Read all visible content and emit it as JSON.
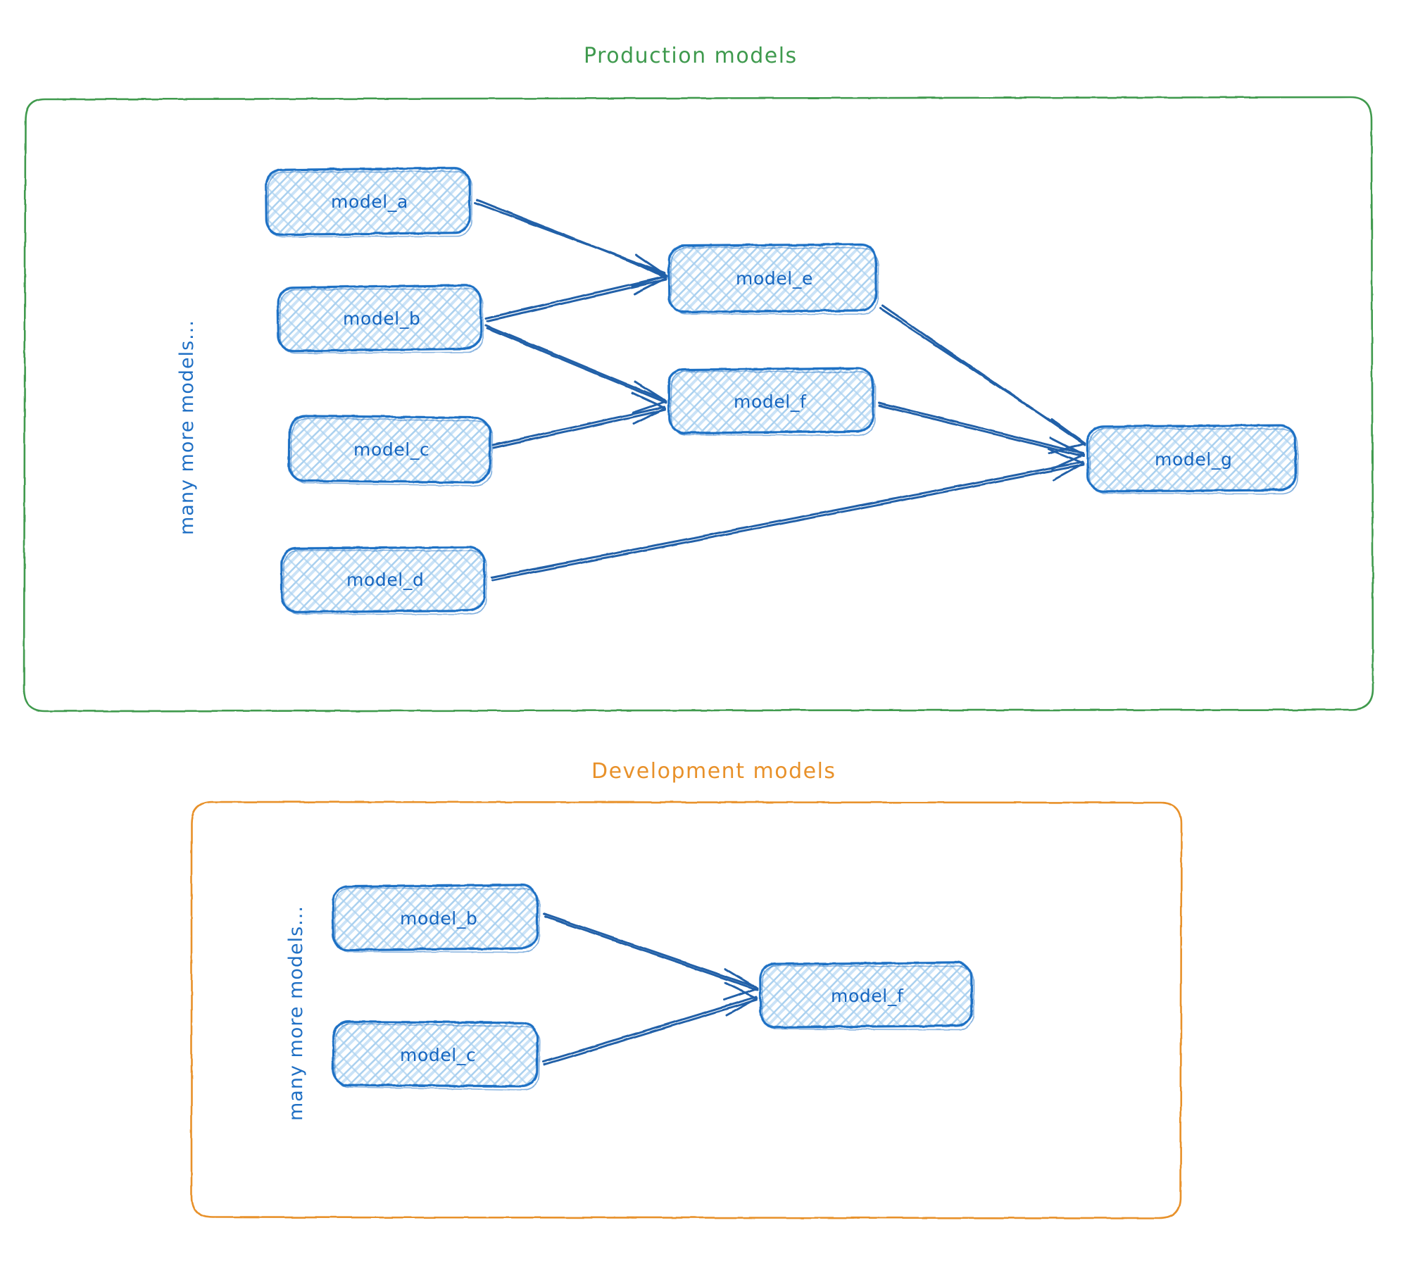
{
  "diagram": {
    "type": "flow",
    "style": "hand-drawn-sketch",
    "colors": {
      "node_stroke": "#1f6fc4",
      "node_fill_hatch": "#9fc9ec",
      "node_text": "#1565c0",
      "arrow": "#2061a8",
      "production_border": "#3f9a4e",
      "development_border": "#e8912a",
      "background": "#ffffff"
    }
  },
  "groups": [
    {
      "id": "production",
      "title": "Production models",
      "title_color": "#3f9a4e",
      "side_label": "many more models...",
      "nodes": [
        {
          "id": "prod_model_a",
          "label": "model_a"
        },
        {
          "id": "prod_model_b",
          "label": "model_b"
        },
        {
          "id": "prod_model_c",
          "label": "model_c"
        },
        {
          "id": "prod_model_d",
          "label": "model_d"
        },
        {
          "id": "prod_model_e",
          "label": "model_e"
        },
        {
          "id": "prod_model_f",
          "label": "model_f"
        },
        {
          "id": "prod_model_g",
          "label": "model_g"
        }
      ],
      "edges": [
        {
          "from": "model_a",
          "to": "model_e"
        },
        {
          "from": "model_b",
          "to": "model_e"
        },
        {
          "from": "model_b",
          "to": "model_f"
        },
        {
          "from": "model_c",
          "to": "model_f"
        },
        {
          "from": "model_e",
          "to": "model_g"
        },
        {
          "from": "model_f",
          "to": "model_g"
        },
        {
          "from": "model_d",
          "to": "model_g"
        }
      ]
    },
    {
      "id": "development",
      "title": "Development models",
      "title_color": "#e8912a",
      "side_label": "many more models...",
      "nodes": [
        {
          "id": "dev_model_b",
          "label": "model_b"
        },
        {
          "id": "dev_model_c",
          "label": "model_c"
        },
        {
          "id": "dev_model_f",
          "label": "model_f"
        }
      ],
      "edges": [
        {
          "from": "model_b",
          "to": "model_f"
        },
        {
          "from": "model_c",
          "to": "model_f"
        }
      ]
    }
  ]
}
